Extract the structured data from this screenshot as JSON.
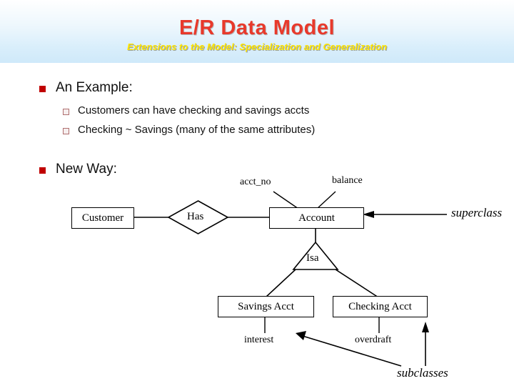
{
  "slide": {
    "title": "E/R Data Model",
    "subtitle": "Extensions to the Model:  Specialization and Generalization",
    "title_color": "#e8392b",
    "subtitle_color": "#ffe600",
    "bullets": [
      {
        "level": 1,
        "text": "An Example:",
        "marker": "red-square-bullet"
      },
      {
        "level": 2,
        "text": "Customers can have checking and savings accts",
        "marker": "hollow-square-bullet"
      },
      {
        "level": 2,
        "text": "Checking ~ Savings (many of the same attributes)",
        "marker": "hollow-square-bullet"
      },
      {
        "level": 1,
        "text": "New Way:",
        "marker": "red-square-bullet"
      }
    ]
  },
  "diagram": {
    "type": "entity-relationship",
    "entities": [
      {
        "id": "customer",
        "label": "Customer"
      },
      {
        "id": "account",
        "label": "Account"
      },
      {
        "id": "savings",
        "label": "Savings Acct"
      },
      {
        "id": "checking",
        "label": "Checking Acct"
      }
    ],
    "relationships": [
      {
        "id": "has",
        "label": "Has",
        "shape": "diamond"
      },
      {
        "id": "isa",
        "label": "Isa",
        "shape": "triangle"
      }
    ],
    "attributes": [
      {
        "id": "acct_no",
        "label": "acct_no",
        "owner": "account"
      },
      {
        "id": "balance",
        "label": "balance",
        "owner": "account"
      },
      {
        "id": "interest",
        "label": "interest",
        "owner": "savings"
      },
      {
        "id": "overdraft",
        "label": "overdraft",
        "owner": "checking"
      }
    ],
    "annotations": [
      {
        "id": "superclass",
        "label": "superclass",
        "points_to": "account"
      },
      {
        "id": "subclasses",
        "label": "subclasses",
        "points_to": [
          "savings",
          "checking"
        ]
      }
    ]
  }
}
